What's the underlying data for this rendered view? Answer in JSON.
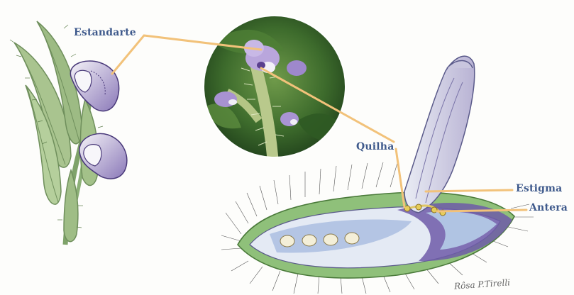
{
  "labels": {
    "estandarte": "Estandarte",
    "quilha": "Quilha",
    "estigma": "Estigma",
    "antera": "Antera"
  },
  "signature": "Rôsa P.Tirelli",
  "colors": {
    "label_text": "#3f5a8c",
    "leader_line": "#f2c27a",
    "leaf_green": "#8fb07a",
    "petal_purple": "#6e5aa8",
    "photo_background": "#3d6b2c"
  }
}
